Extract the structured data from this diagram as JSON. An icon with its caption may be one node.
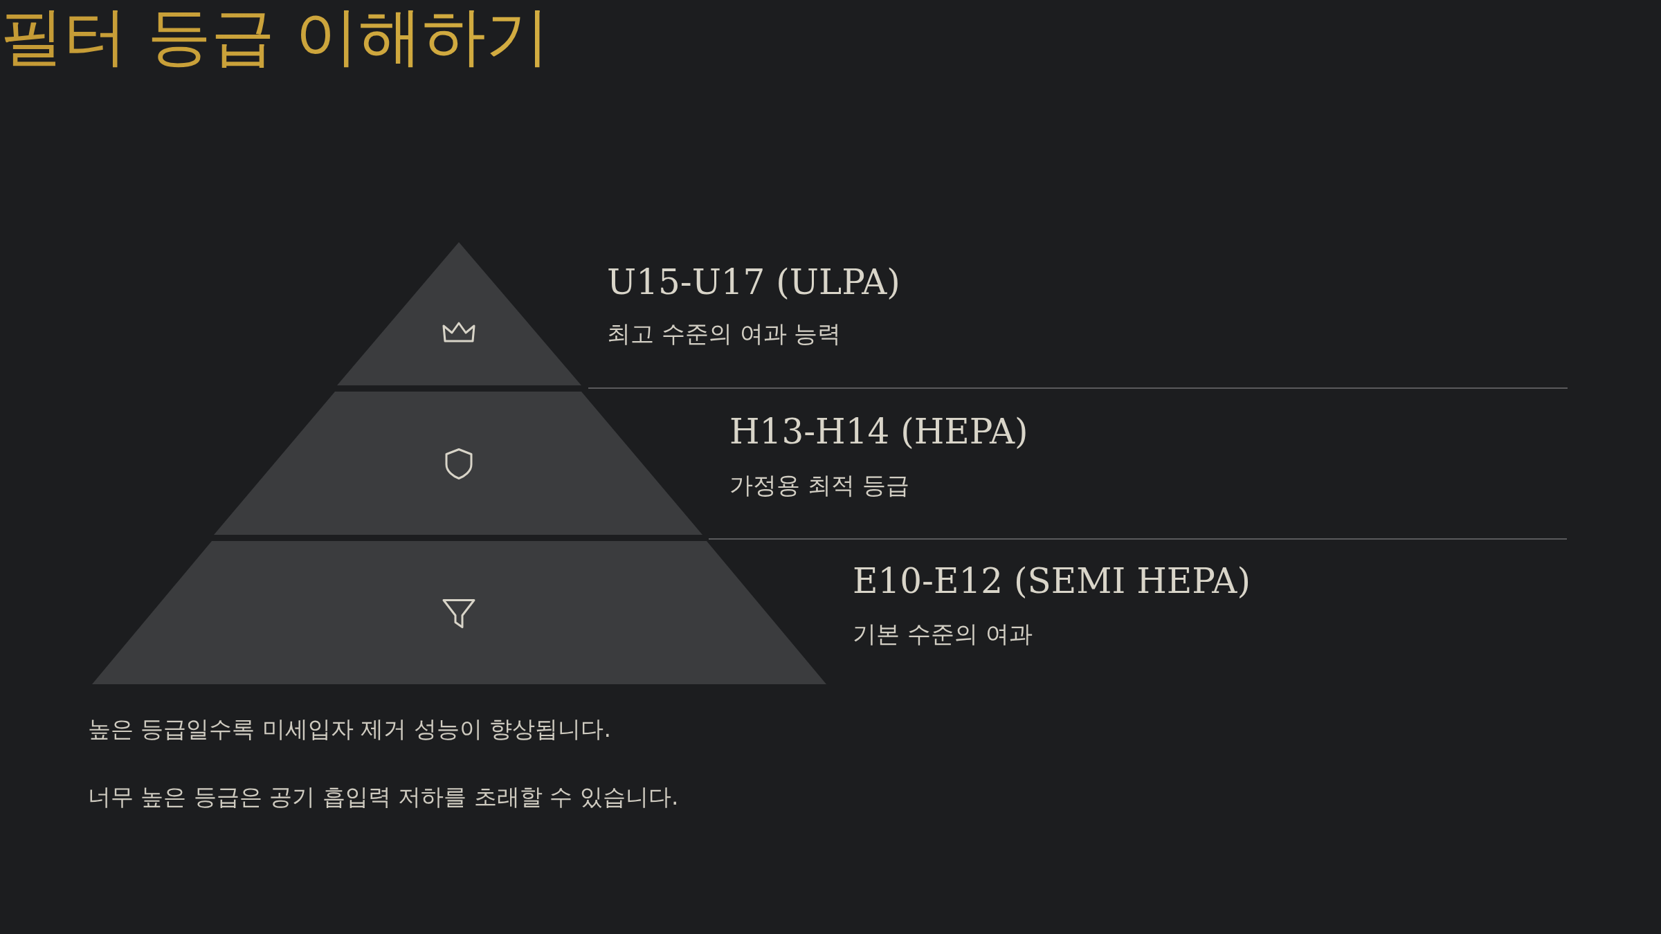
{
  "diagram": {
    "title": "필터 등급 이해하기",
    "nodes": [
      {
        "text": [],
        "shape": "triangle",
        "beside": [
          "U15-U17 (ULPA)",
          "최고 수준의 여과 능력"
        ]
      },
      {
        "text": [],
        "shape": "trapezoid",
        "beside": [
          "H13-H14 (HEPA)",
          "가정용 최적 등급"
        ]
      },
      {
        "text": [],
        "shape": "trapezoid",
        "beside": [
          "E10-E12 (SEMI HEPA)",
          "기본 수준의 여과"
        ]
      }
    ],
    "edges": [],
    "labels": [
      "높은 등급일수록 미세입자 제거 성능이 향상됩니다.",
      "너무 높은 등급은 공기 흡입력 저하를 초래할 수 있습니다."
    ]
  }
}
